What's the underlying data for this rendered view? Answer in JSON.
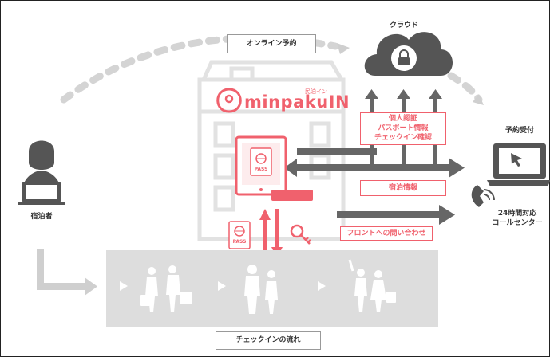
{
  "labels": {
    "online_booking": "オンライン予約",
    "cloud": "クラウド",
    "reservation_receipt": "予約受付",
    "guest": "宿泊者",
    "call_center": "24時間対応\nコールセンター",
    "checkin_flow": "チェックインの流れ"
  },
  "logo": {
    "brand": "minpakuIN",
    "subtitle": "民泊イン"
  },
  "red_boxes": {
    "verification": "個人認証\nパスポート情報\nチェックイン確認",
    "stay_info": "宿泊情報",
    "front_inquiry": "フロントへの問い合わせ"
  },
  "icon_text": {
    "pass_tablet": "PASS",
    "pass_card": "PASS"
  },
  "icons": [
    "cloud-lock-icon",
    "laptop-cursor-icon",
    "phone-icon",
    "person-laptop-icon",
    "tablet-icon",
    "passport-icon",
    "key-icon",
    "house-icon",
    "travelers-icon"
  ],
  "colors": {
    "accent": "#f0616d",
    "gray_dark": "#555555",
    "gray_mid": "#cfcfcf",
    "band": "#dddddd"
  }
}
